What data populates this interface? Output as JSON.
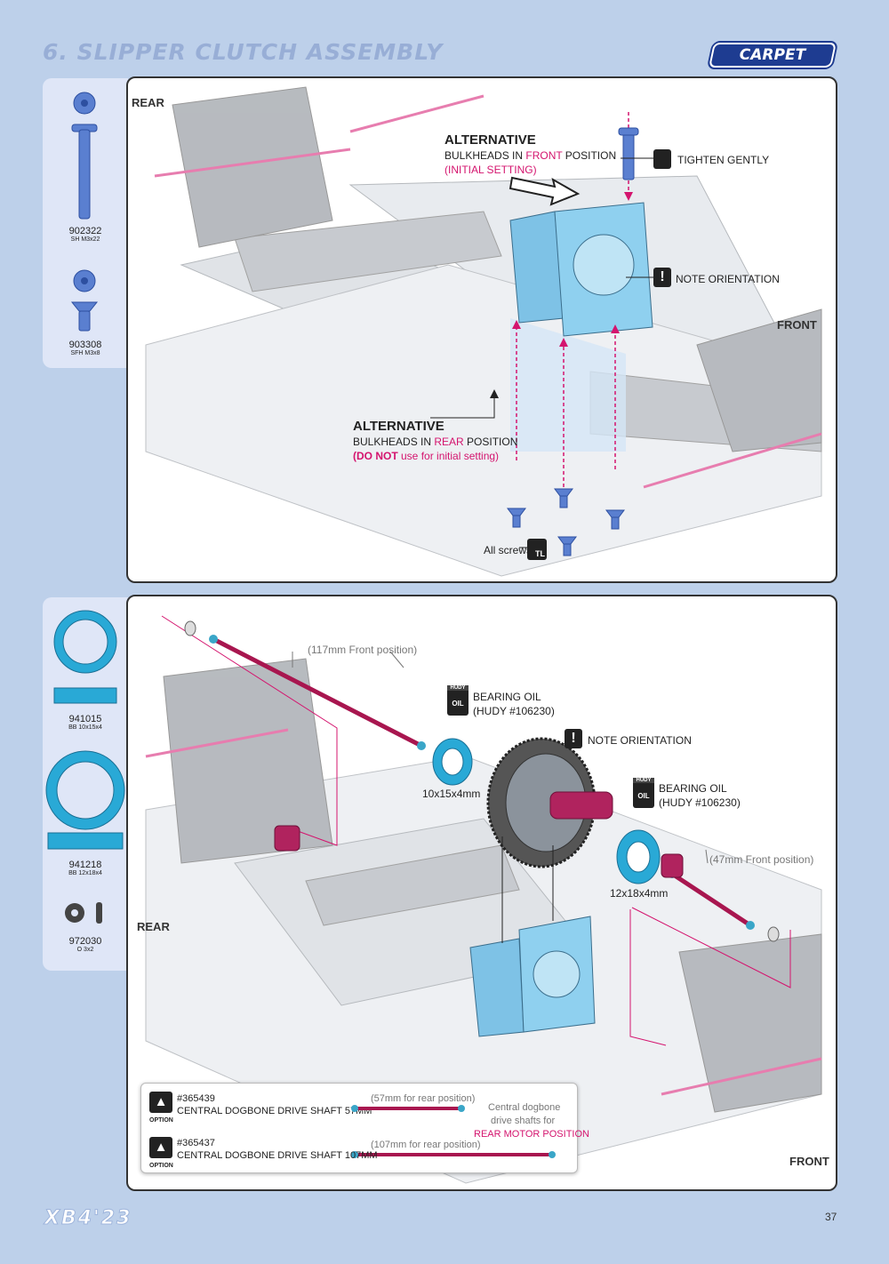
{
  "header": {
    "title": "6. SLIPPER CLUTCH ASSEMBLY",
    "badge": "CARPET"
  },
  "parts_step1": [
    {
      "number": "902322",
      "desc": "SH M3x22"
    },
    {
      "number": "903308",
      "desc": "SFH M3x8"
    }
  ],
  "parts_step2": [
    {
      "number": "941015",
      "desc": "BB 10x15x4"
    },
    {
      "number": "941218",
      "desc": "BB 12x18x4"
    },
    {
      "number": "972030",
      "desc": "O 3x2"
    }
  ],
  "step1": {
    "rear": "REAR",
    "front": "FRONT",
    "alt_front_title": "ALTERNATIVE",
    "alt_front_line1_a": "BULKHEADS IN ",
    "alt_front_line1_b": "FRONT",
    "alt_front_line1_c": " POSITION",
    "alt_front_line2": "(INITIAL SETTING)",
    "tighten": "TIGHTEN GENTLY",
    "note": "NOTE ORIENTATION",
    "alt_rear_title": "ALTERNATIVE",
    "alt_rear_line1_a": "BULKHEADS IN ",
    "alt_rear_line1_b": "REAR",
    "alt_rear_line1_c": " POSITION",
    "alt_rear_line2_a": "(DO NOT",
    "alt_rear_line2_b": " use for initial setting)",
    "all_screws": "All screws",
    "tl": "TL"
  },
  "step2": {
    "rear": "REAR",
    "front": "FRONT",
    "shaft_front": "(117mm Front position)",
    "oil1_brand": "HUDY",
    "oil1_label": "OIL",
    "oil1_line1": "BEARING OIL",
    "oil1_line2": "(HUDY #106230)",
    "note": "NOTE ORIENTATION",
    "bearing1": "10x15x4mm",
    "oil2_brand": "HUDY",
    "oil2_label": "OIL",
    "oil2_line1": "BEARING OIL",
    "oil2_line2": "(HUDY #106230)",
    "shaft_rear": "(47mm Front position)",
    "bearing2": "12x18x4mm"
  },
  "options": {
    "item1_code": "#365439",
    "item1_name": "CENTRAL DOGBONE DRIVE SHAFT 57MM",
    "item1_pos": "(57mm for rear position)",
    "item2_code": "#365437",
    "item2_name": "CENTRAL DOGBONE DRIVE SHAFT 107MM",
    "item2_pos": "(107mm for rear position)",
    "option_label": "OPTION",
    "note_line1": "Central dogbone",
    "note_line2": "drive shafts for",
    "note_line3": "REAR MOTOR POSITION"
  },
  "footer": {
    "model": "XB4'23",
    "page": "37"
  },
  "colors": {
    "accent": "#d4146e",
    "brand": "#1e3c91",
    "page_bg": "#bdd0ea",
    "part_blue": "#5a7fd0",
    "bearing_cyan": "#29a9d6"
  }
}
